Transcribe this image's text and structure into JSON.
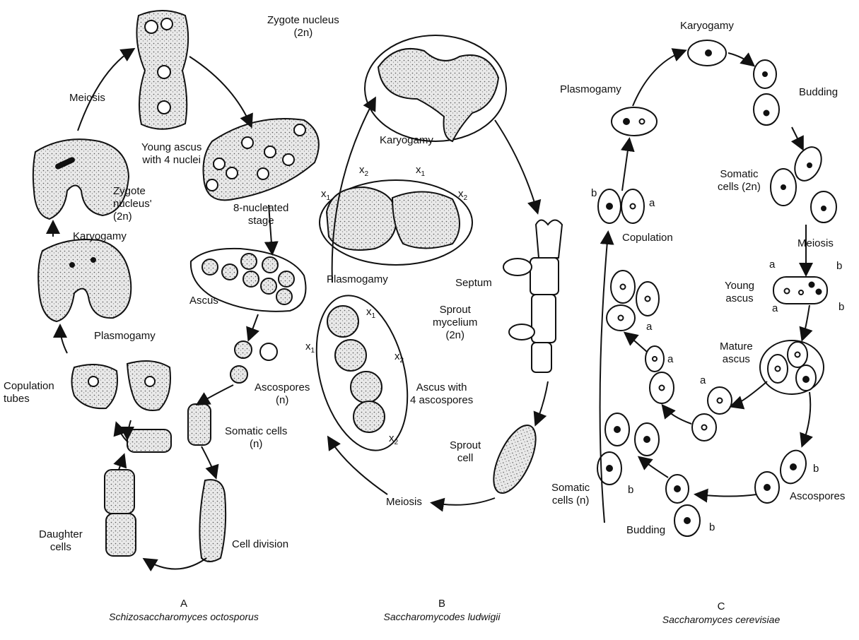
{
  "panelA": {
    "letter": "A",
    "species": "Schizosaccharomyces octosporus",
    "labels": {
      "meiosis": "Meiosis",
      "young_ascus": "Young ascus\nwith 4 nuclei",
      "zygote_nucleus": "Zygote\nnucleus'\n(2n)",
      "karyogamy": "Karyogamy",
      "eight_nucleated": "8-nucleated\nstage",
      "plasmogamy": "Plasmogamy",
      "ascus": "Ascus",
      "copulation_tubes": "Copulation\ntubes",
      "ascospores": "Ascospores\n(n)",
      "somatic_cells": "Somatic cells\n(n)",
      "daughter_cells": "Daughter\ncells",
      "cell_division": "Cell division"
    }
  },
  "panelB": {
    "letter": "B",
    "species": "Saccharomycodes ludwigii",
    "labels": {
      "zygote_nucleus": "Zygote nucleus\n(2n)",
      "karyogamy": "Karyogamy",
      "plasmogamy": "Plasmogamy",
      "septum": "Septum",
      "sprout_mycelium": "Sprout\nmycelium\n(2n)",
      "ascus_with_4": "Ascus with\n4 ascospores",
      "sprout_cell": "Sprout\ncell",
      "meiosis": "Meiosis"
    },
    "mating_tags": {
      "x1": "x1",
      "x2": "x2"
    }
  },
  "panelC": {
    "letter": "C",
    "species": "Saccharomyces cerevisiae",
    "labels": {
      "karyogamy": "Karyogamy",
      "plasmogamy": "Plasmogamy",
      "budding_top": "Budding",
      "somatic_2n": "Somatic\ncells (2n)",
      "copulation": "Copulation",
      "meiosis": "Meiosis",
      "young_ascus": "Young\nascus",
      "mature_ascus": "Mature\nascus",
      "somatic_n": "Somatic\ncells (n)",
      "budding_bottom": "Budding",
      "ascospores": "Ascospores"
    },
    "mating_tags": {
      "a": "a",
      "b": "b"
    }
  }
}
